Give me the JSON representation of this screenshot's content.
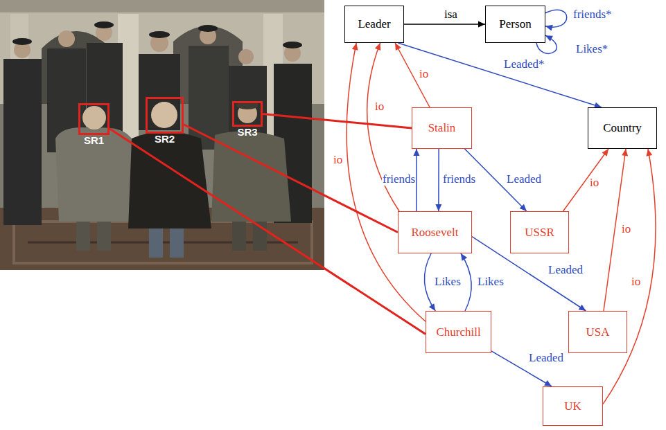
{
  "diagram": {
    "nodes": [
      {
        "text": [
          "SR1"
        ]
      },
      {
        "text": [
          "SR2"
        ]
      },
      {
        "text": [
          "SR3"
        ]
      },
      {
        "text": [
          "Leader"
        ]
      },
      {
        "text": [
          "Person"
        ]
      },
      {
        "text": [
          "Country"
        ]
      },
      {
        "text": [
          "Stalin"
        ]
      },
      {
        "text": [
          "Roosevelt"
        ]
      },
      {
        "text": [
          "USSR"
        ]
      },
      {
        "text": [
          "Churchill"
        ]
      },
      {
        "text": [
          "USA"
        ]
      },
      {
        "text": [
          "UK"
        ]
      }
    ],
    "edges": [
      {
        "from": 3,
        "to": 4,
        "label": "isa",
        "arrow": "to"
      },
      {
        "from": 4,
        "to": 4,
        "label": "friends*",
        "arrow": "to"
      },
      {
        "from": 4,
        "to": 4,
        "label": "Likes*",
        "arrow": "to"
      },
      {
        "from": 3,
        "to": 5,
        "label": "Leaded*",
        "arrow": "to"
      },
      {
        "from": 6,
        "to": 3,
        "label": "io",
        "arrow": "to"
      },
      {
        "from": 7,
        "to": 3,
        "label": "io",
        "arrow": "to"
      },
      {
        "from": 9,
        "to": 3,
        "label": "io",
        "arrow": "to"
      },
      {
        "from": 6,
        "to": 7,
        "label": "friends",
        "arrow": "to"
      },
      {
        "from": 7,
        "to": 6,
        "label": "friends",
        "arrow": "to"
      },
      {
        "from": 6,
        "to": 8,
        "label": "Leaded",
        "arrow": "to"
      },
      {
        "from": 7,
        "to": 9,
        "label": "Likes",
        "arrow": "to"
      },
      {
        "from": 9,
        "to": 7,
        "label": "Likes",
        "arrow": "to"
      },
      {
        "from": 7,
        "to": 10,
        "label": "Leaded",
        "arrow": "to"
      },
      {
        "from": 9,
        "to": 11,
        "label": "Leaded",
        "arrow": "to"
      },
      {
        "from": 8,
        "to": 5,
        "label": "io",
        "arrow": "to"
      },
      {
        "from": 10,
        "to": 5,
        "label": "io",
        "arrow": "to"
      },
      {
        "from": 11,
        "to": 5,
        "label": "io",
        "arrow": "to"
      },
      {
        "from": 0,
        "to": 9,
        "arrow": "none"
      },
      {
        "from": 1,
        "to": 7,
        "arrow": "none"
      },
      {
        "from": 2,
        "to": 6,
        "arrow": "none"
      }
    ]
  }
}
